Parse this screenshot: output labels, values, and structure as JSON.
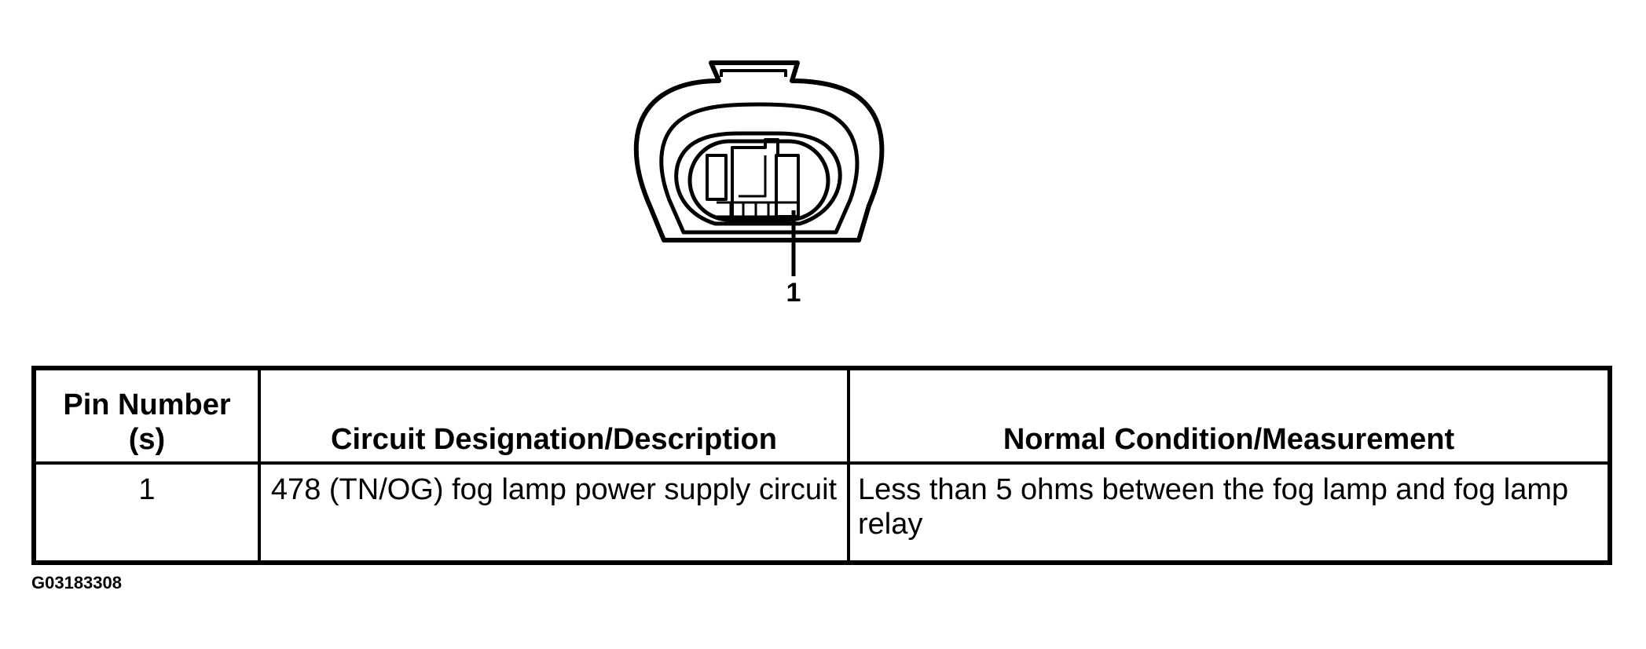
{
  "diagram": {
    "pin_callout": "1"
  },
  "table": {
    "headers": [
      "Pin Number (s)",
      "Circuit Designation/Description",
      "Normal Condition/Measurement"
    ],
    "rows": [
      {
        "pin": "1",
        "circuit": "478 (TN/OG) fog lamp power supply circuit",
        "condition": "Less than 5 ohms between the fog lamp and fog lamp relay"
      }
    ]
  },
  "figure_id": "G03183308"
}
